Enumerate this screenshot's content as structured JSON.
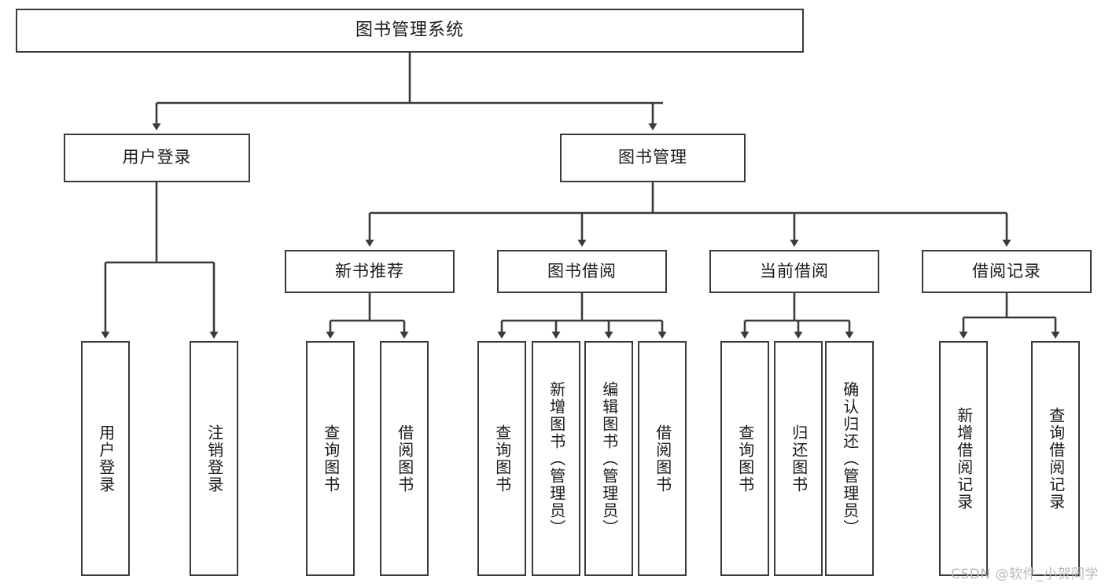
{
  "diagram": {
    "title": "图书管理系统",
    "type": "tree",
    "watermark": "CSDN @软件_小贺同学",
    "colors": {
      "background": "#ffffff",
      "box_border": "#3a3a3a",
      "connector": "#3a3a3a",
      "text": "#1a1a1a",
      "watermark": "#b9b9b9"
    },
    "root": {
      "label": "图书管理系统"
    },
    "level2": [
      {
        "label": "用户登录"
      },
      {
        "label": "图书管理"
      }
    ],
    "level3": [
      {
        "label": "新书推荐"
      },
      {
        "label": "图书借阅"
      },
      {
        "label": "当前借阅"
      },
      {
        "label": "借阅记录"
      }
    ],
    "leaves": {
      "user_login": [
        {
          "label": "用户登录"
        },
        {
          "label": "注销登录"
        }
      ],
      "new_book_recommend": [
        {
          "label": "查询图书"
        },
        {
          "label": "借阅图书"
        }
      ],
      "book_borrow": [
        {
          "label": "查询图书"
        },
        {
          "label": "新增图书（管理员）"
        },
        {
          "label": "编辑图书（管理员）"
        },
        {
          "label": "借阅图书"
        }
      ],
      "current_borrow": [
        {
          "label": "查询图书"
        },
        {
          "label": "归还图书"
        },
        {
          "label": "确认归还（管理员）"
        }
      ],
      "borrow_record": [
        {
          "label": "新增借阅记录"
        },
        {
          "label": "查询借阅记录"
        }
      ]
    }
  }
}
